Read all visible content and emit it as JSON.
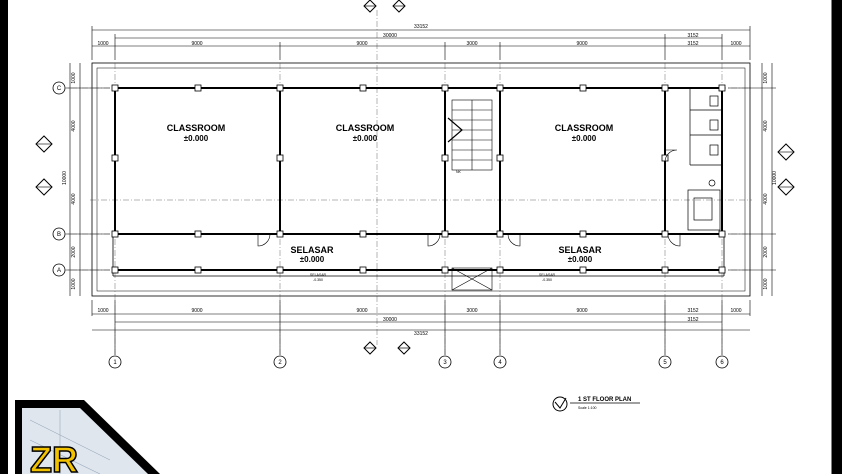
{
  "rooms": [
    {
      "name": "CLASSROOM",
      "level": "±0.000"
    },
    {
      "name": "CLASSROOM",
      "level": "±0.000"
    },
    {
      "name": "CLASSROOM",
      "level": "±0.000"
    }
  ],
  "corridors": [
    {
      "name": "SELASAR",
      "level": "±0.000"
    },
    {
      "name": "SELASAR",
      "level": "±0.000"
    }
  ],
  "small_labels": {
    "selasar": "SELASAR",
    "selasar_level": "-0.350",
    "stair_mark": "NK"
  },
  "dimensions": {
    "top_total": "33152",
    "top_mid": "30000",
    "top_right": "3152",
    "bottom_total": "33152",
    "bottom_mid": "30000",
    "bottom_right": "3152",
    "segments": [
      "1000",
      "9000",
      "9000",
      "3000",
      "9000",
      "3152",
      "1000"
    ],
    "left_segments": [
      "1000",
      "4000",
      "4000",
      "2000",
      "1000"
    ],
    "left_total": "10000",
    "right_segments": [
      "1000",
      "4000",
      "4000",
      "2000",
      "1000"
    ],
    "right_total": "10000"
  },
  "axes": {
    "columns": [
      "1",
      "2",
      "3",
      "4",
      "5",
      "6"
    ],
    "rows": [
      "C",
      "B",
      "A"
    ]
  },
  "title_block": {
    "title": "1 ST FLOOR PLAN",
    "scale": "Scale 1:100"
  },
  "logo": {
    "text": "ZR",
    "color": "#f2c200"
  },
  "colors": {
    "frame": "#000000",
    "sheet": "#ffffff",
    "line": "#111111"
  }
}
